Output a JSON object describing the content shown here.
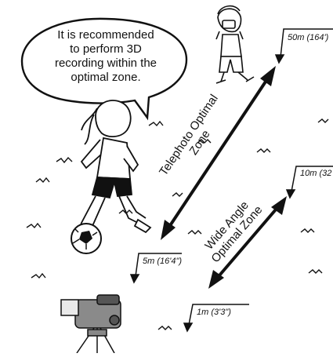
{
  "bubble": {
    "line1": "It is recommended",
    "line2": "to perform 3D",
    "line3": "recording within the",
    "line4": "optimal zone."
  },
  "telephoto_zone": {
    "line1": "Telephoto Optimal",
    "line2": "Zone"
  },
  "wide_zone": {
    "line1": "Wide Angle",
    "line2": "Optimal Zone"
  },
  "distances": {
    "d50": "50m (164')",
    "d10": "10m (32",
    "d5": "5m (16'4\")",
    "d1": "1m (3'3\")"
  },
  "colors": {
    "ink": "#111111",
    "camera": "#8a8a8a",
    "camera_dark": "#555555"
  }
}
